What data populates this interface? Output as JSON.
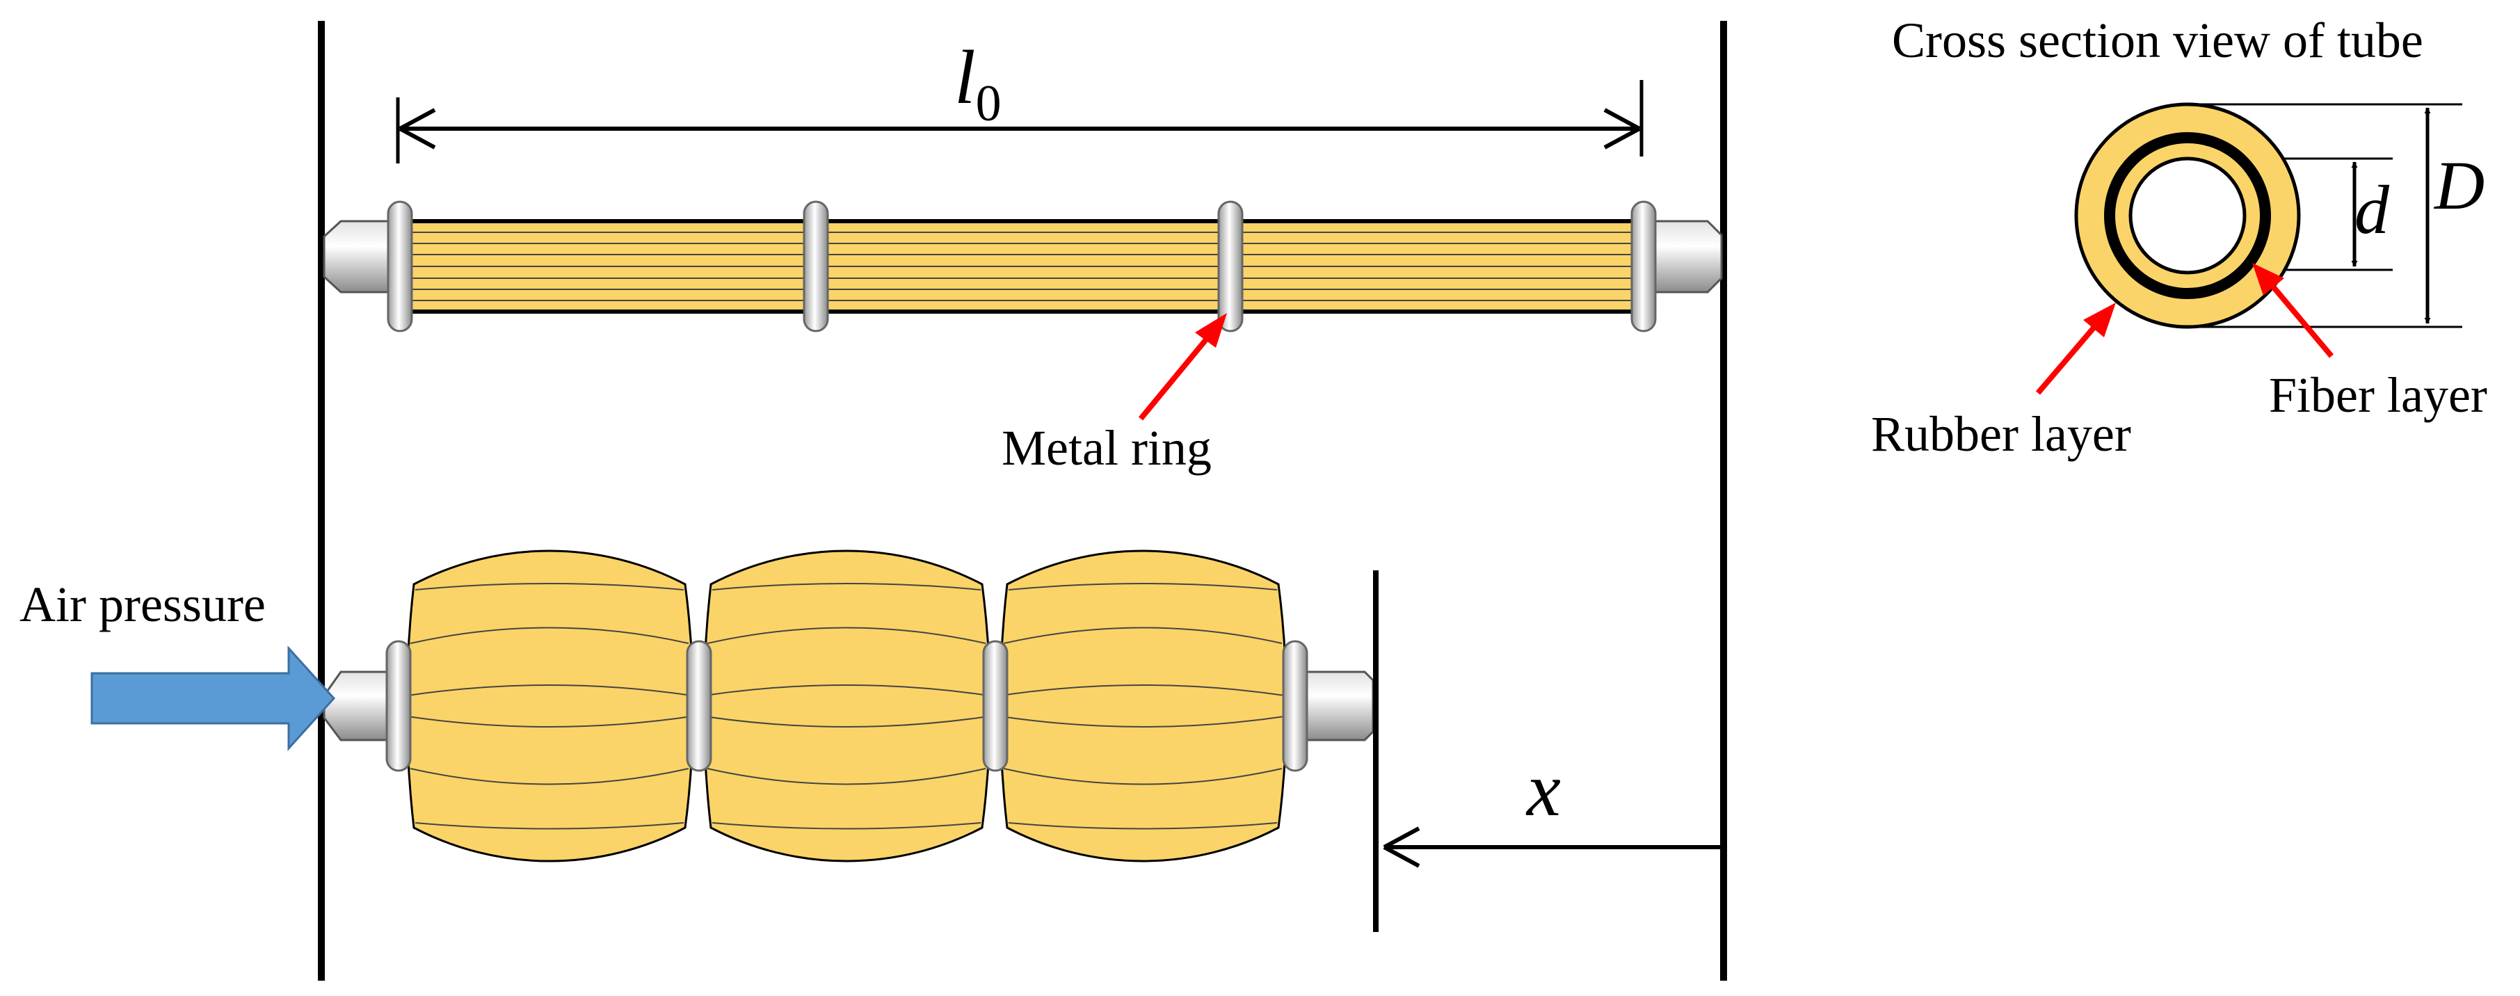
{
  "labels": {
    "l_symbol": "l",
    "l_subscript": "0",
    "x_symbol": "x",
    "D_symbol": "D",
    "d_symbol": "d",
    "metal_ring": "Metal ring",
    "air_pressure": "Air pressure",
    "cross_section_title": "Cross section view of tube",
    "rubber_layer": "Rubber layer",
    "fiber_layer": "Fiber layer"
  },
  "colors": {
    "tube_fill": "#FAD468",
    "ring_fill": "#D8D8D8",
    "line": "#000000",
    "annotation_arrow": "#FF0000",
    "air_arrow": "#5B9BD5"
  }
}
